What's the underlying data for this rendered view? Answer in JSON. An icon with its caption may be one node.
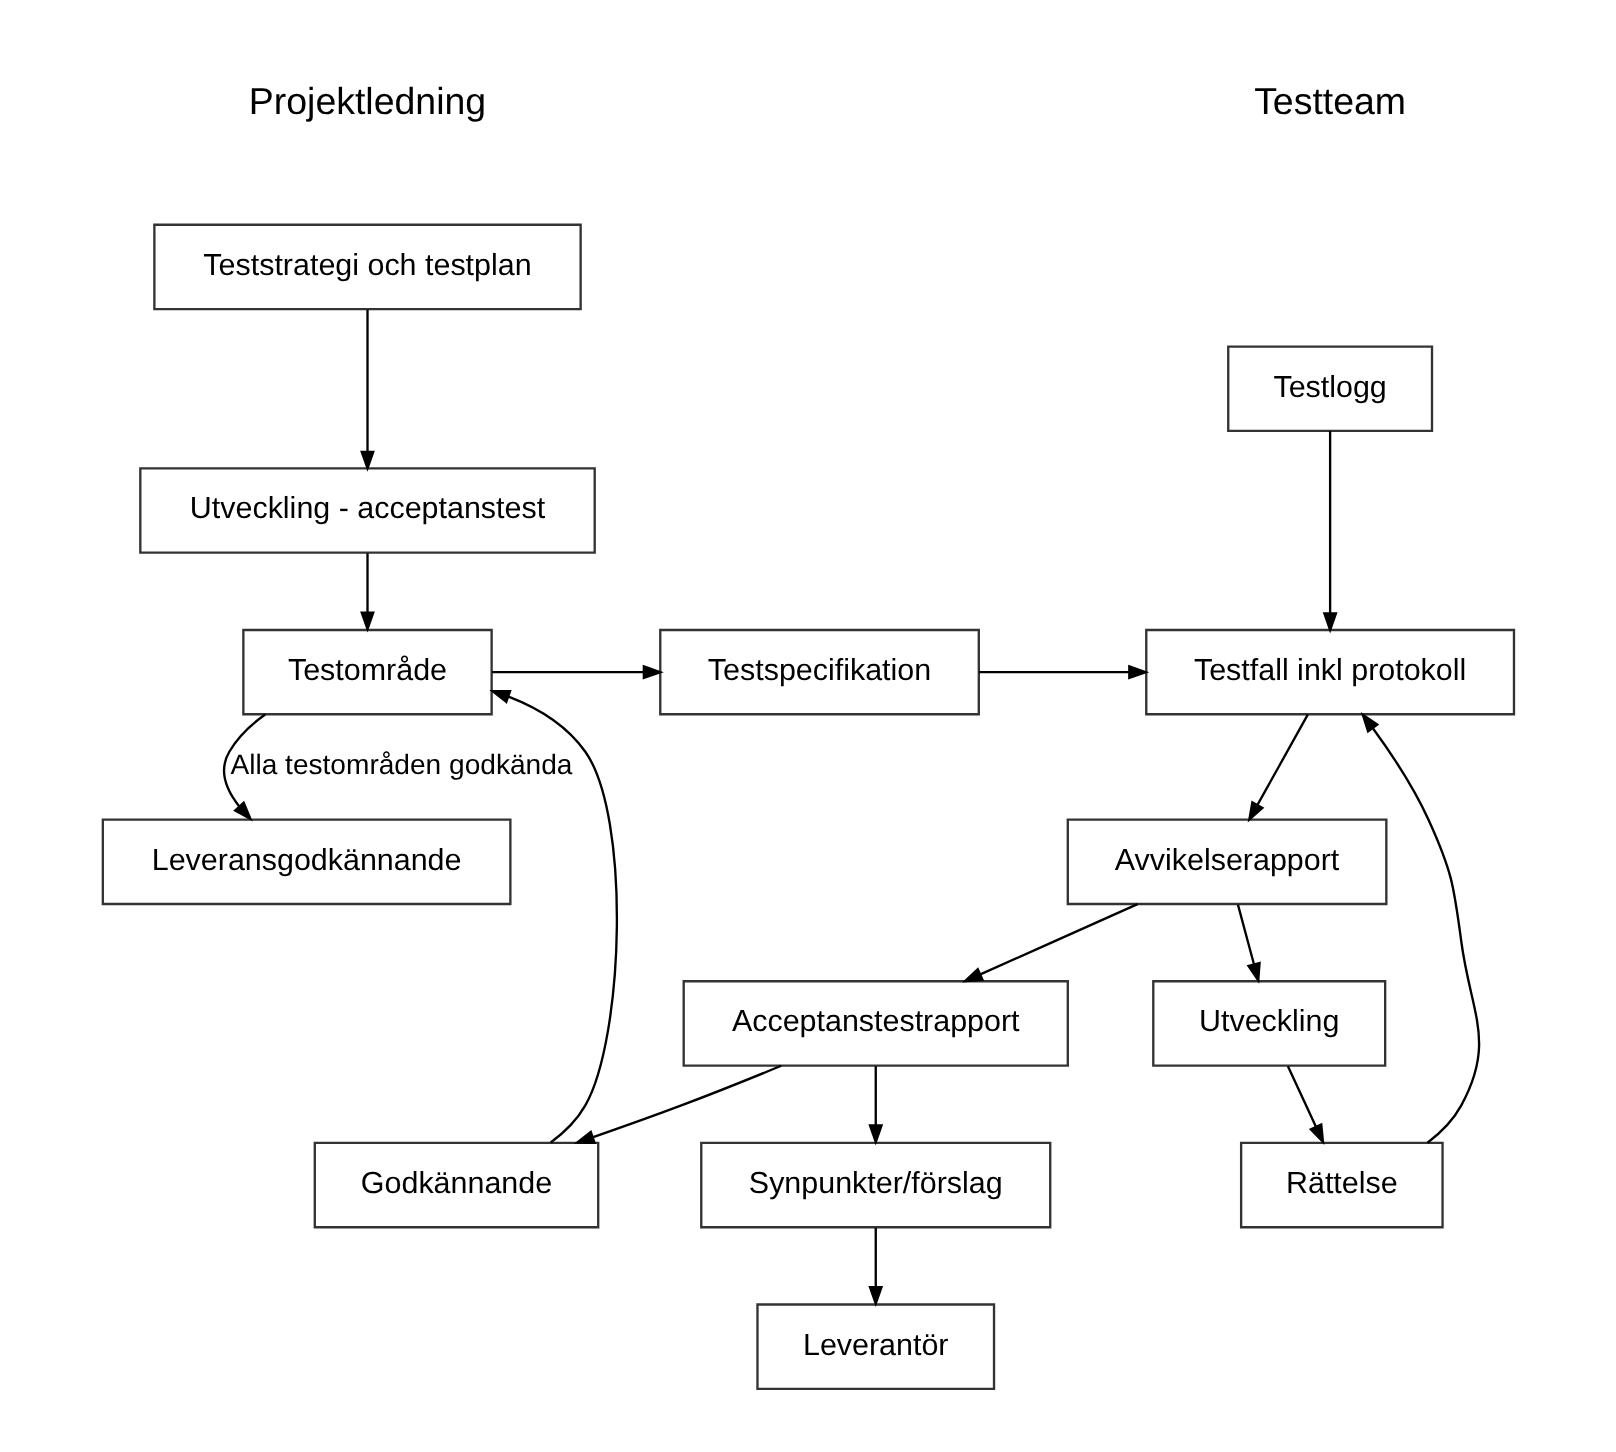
{
  "diagram": {
    "nodes": [
      {
        "text": [
          "Teststrategi och testplan"
        ]
      },
      {
        "text": [
          "Utveckling - acceptanstest"
        ]
      },
      {
        "text": [
          "Testområde"
        ]
      },
      {
        "text": [
          "Godkännande"
        ]
      },
      {
        "text": [
          "Leveransgodkännande"
        ]
      },
      {
        "text": [
          "Testlogg"
        ]
      },
      {
        "text": [
          "Testspecifikation"
        ]
      },
      {
        "text": [
          "Testfall inkl protokoll"
        ]
      },
      {
        "text": [
          "Avvikelserapport"
        ]
      },
      {
        "text": [
          "Rättelse"
        ]
      },
      {
        "text": [
          "Utveckling"
        ]
      },
      {
        "text": [
          "Acceptanstestrapport"
        ]
      },
      {
        "text": [
          "Synpunkter/förslag"
        ]
      },
      {
        "text": [
          "Leverantör"
        ]
      }
    ],
    "edges": [
      {
        "from": 0,
        "to": 1,
        "arrow": "to"
      },
      {
        "from": 1,
        "to": 2,
        "arrow": "to"
      },
      {
        "from": 2,
        "to": 6,
        "arrow": "to"
      },
      {
        "from": 2,
        "to": 4,
        "arrow": "to",
        "label": "Alla testområden godkända"
      },
      {
        "from": 3,
        "to": 2,
        "arrow": "to"
      },
      {
        "from": 11,
        "to": 3,
        "arrow": "to"
      },
      {
        "from": 6,
        "to": 7,
        "arrow": "to"
      },
      {
        "from": 5,
        "to": 7,
        "arrow": "to"
      },
      {
        "from": 9,
        "to": 7,
        "arrow": "to"
      },
      {
        "from": 7,
        "to": 8,
        "arrow": "to"
      },
      {
        "from": 8,
        "to": 10,
        "arrow": "to"
      },
      {
        "from": 10,
        "to": 9,
        "arrow": "to"
      },
      {
        "from": 8,
        "to": 11,
        "arrow": "to"
      },
      {
        "from": 11,
        "to": 12,
        "arrow": "to"
      },
      {
        "from": 12,
        "to": 13,
        "arrow": "to"
      }
    ],
    "labels": [
      "Projektledning",
      "Testteam"
    ]
  }
}
